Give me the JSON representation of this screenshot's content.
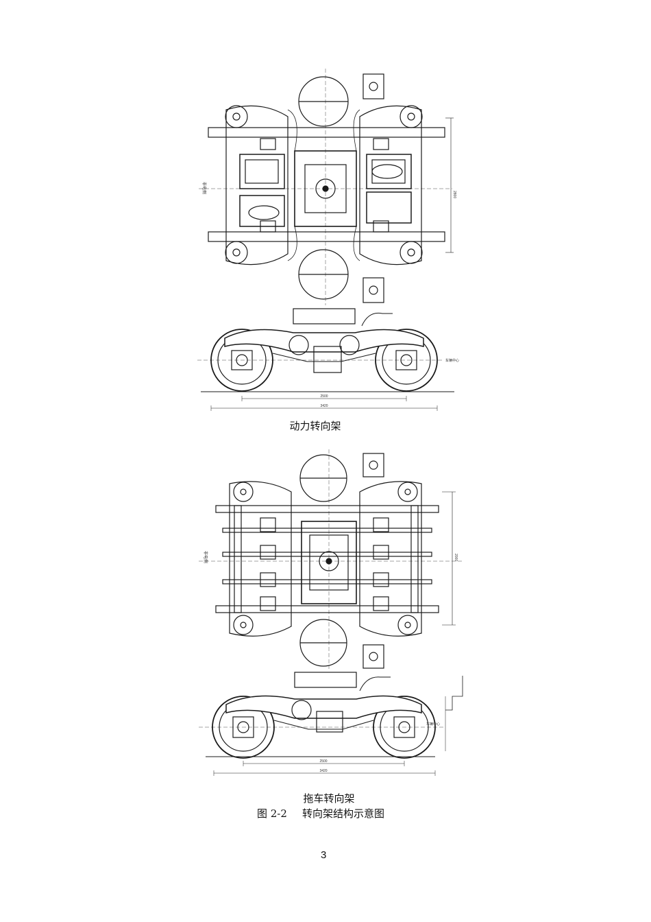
{
  "drawings": {
    "power_bogie": {
      "caption": "动力转向架",
      "side_label": "非电侧",
      "plan_dimension": "2800",
      "elev_dimensions": [
        "2500",
        "3420"
      ],
      "elev_center_label": "车辆中心"
    },
    "trailer_bogie": {
      "caption": "拖车转向架",
      "side_label": "非电侧",
      "plan_dimension": "2000",
      "elev_dimensions": [
        "2500",
        "3420"
      ],
      "elev_center_label": "车辆中心"
    }
  },
  "figure": {
    "number": "图 2-2",
    "title": "转向架结构示意图"
  },
  "page_number": "3"
}
